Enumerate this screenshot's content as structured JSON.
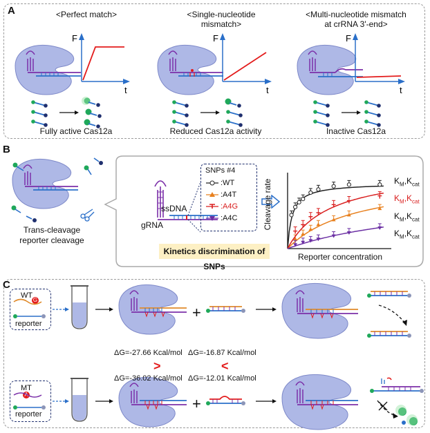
{
  "panel_a": {
    "letter": "A",
    "columns": [
      {
        "title": "<Perfect match>",
        "caption": "Fully active Cas12a",
        "axis_y": "F",
        "axis_x": "t",
        "curve": "plateau"
      },
      {
        "title": "<Single-nucleotide mismatch>",
        "title_line1": "<Single-nucleotide",
        "title_line2": "mismatch>",
        "caption": "Reduced Cas12a activity",
        "axis_y": "F",
        "axis_x": "t",
        "curve": "linear"
      },
      {
        "title": "<Multi-nucleotide mismatch at crRNA 3'-end>",
        "title_line1": "<Multi-nucleotide mismatch",
        "title_line2": "at crRNA 3'-end>",
        "caption": "Inactive Cas12a",
        "axis_y": "F",
        "axis_x": "t",
        "curve": "flat"
      }
    ]
  },
  "panel_b": {
    "letter": "B",
    "left_caption_line1": "Trans-cleavage",
    "left_caption_line2": "reporter cleavage",
    "gRNA_label": "gRNA",
    "ssDNA_label": "ssDNA",
    "legend_title": "SNPs #4",
    "legend_items": [
      {
        "label": ":WT",
        "color": "#222222",
        "marker": "circle"
      },
      {
        "label": ":A4T",
        "color": "#e8801e",
        "marker": "triangle-up"
      },
      {
        "label": ":A4G",
        "color": "#d91e1e",
        "marker": "tee"
      },
      {
        "label": ":A4C",
        "color": "#6b2fa3",
        "marker": "triangle-down"
      }
    ],
    "banner": "Kinetics discrimination of SNPs",
    "kinetic_labels": [
      {
        "text_main": "K",
        "sub1": "M",
        "mid": ",K",
        "sub2": "cat",
        "color": "#111111"
      },
      {
        "text_main": "K",
        "sub1": "M",
        "mid": ",K",
        "sub2": "cat",
        "color": "#d91e1e"
      },
      {
        "text_main": "K",
        "sub1": "M",
        "mid": ",K",
        "sub2": "cat",
        "color": "#111111"
      },
      {
        "text_main": "K",
        "sub1": "M",
        "mid": ",K",
        "sub2": "cat",
        "color": "#111111"
      }
    ],
    "chart_data": {
      "type": "scatter",
      "xlabel": "Reporter concentration",
      "ylabel": "Cleavage rate",
      "series": [
        {
          "name": ":WT",
          "color": "#222222",
          "x": [
            0.05,
            0.1,
            0.15,
            0.2,
            0.3,
            0.4,
            0.6,
            0.8,
            1.2
          ],
          "y": [
            0.42,
            0.52,
            0.58,
            0.62,
            0.7,
            0.74,
            0.78,
            0.8,
            0.8
          ],
          "vmax": 0.82,
          "km": 0.06
        },
        {
          "name": ":A4T",
          "color": "#e8801e",
          "x": [
            0.1,
            0.2,
            0.3,
            0.4,
            0.6,
            0.8,
            1.2
          ],
          "y": [
            0.12,
            0.18,
            0.24,
            0.3,
            0.36,
            0.42,
            0.5
          ],
          "vmax": 0.9,
          "km": 0.9
        },
        {
          "name": ":A4G",
          "color": "#d91e1e",
          "x": [
            0.1,
            0.2,
            0.3,
            0.4,
            0.6,
            0.8,
            1.2
          ],
          "y": [
            0.22,
            0.3,
            0.4,
            0.45,
            0.55,
            0.6,
            0.66
          ],
          "vmax": 1.0,
          "km": 0.55
        },
        {
          "name": ":A4C",
          "color": "#6b2fa3",
          "x": [
            0.1,
            0.2,
            0.3,
            0.4,
            0.6,
            0.8,
            1.2
          ],
          "y": [
            0.05,
            0.08,
            0.1,
            0.12,
            0.16,
            0.2,
            0.26
          ],
          "vmax": 0.7,
          "km": 2.0
        }
      ]
    }
  },
  "panel_c": {
    "letter": "C",
    "wt_label": "WT",
    "wt_base": "G",
    "mt_label": "MT",
    "mt_base": "A",
    "reporter_label": "reporter",
    "dg_wt_left": "ΔG=-27.66 Kcal/mol",
    "dg_wt_right": "ΔG=-16.87 Kcal/mol",
    "dg_mt_left": "ΔG=-36.02 Kcal/mol",
    "dg_mt_right": "ΔG=-12.01 Kcal/mol",
    "compare_left": ">",
    "compare_right": "<",
    "plus": "+"
  },
  "colors": {
    "cas": "#aeb8e6",
    "cas_stroke": "#7d88c8",
    "purple": "#7b2fa8",
    "blue": "#2a6fc9",
    "red": "#e31b1b",
    "orange": "#e08a2a",
    "green": "#1fa85a",
    "navy": "#1f2f6e",
    "dash": "#999999",
    "banner": "#fdf0c4"
  }
}
